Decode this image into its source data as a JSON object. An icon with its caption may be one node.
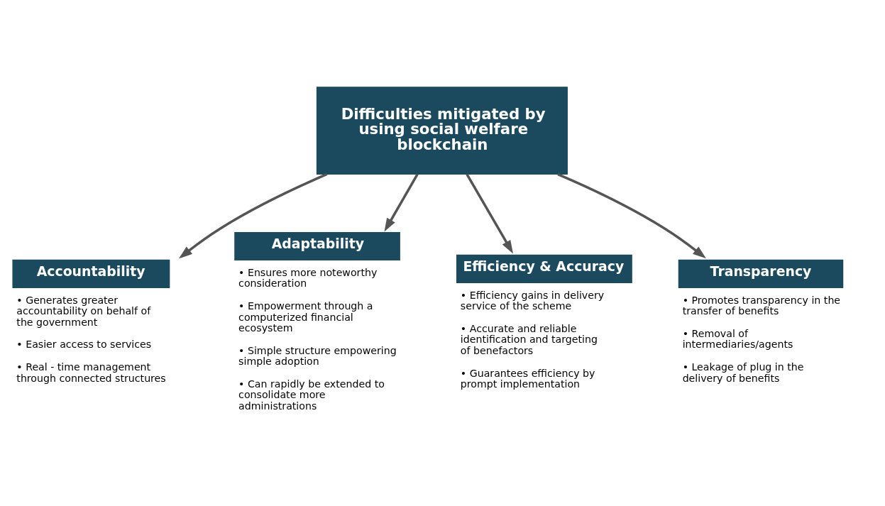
{
  "diagram": {
    "nodes": [
      {
        "text": [
          "Difficulties mitigated by using social welfare blockchain"
        ]
      },
      {
        "text": [
          "Accountability"
        ],
        "beside": [
          "• Generates greater accountability on behalf of the government",
          "• Easier access to services",
          "• Real - time management through connected structures"
        ]
      },
      {
        "text": [
          "Adaptability"
        ],
        "beside": [
          "• Ensures more noteworthy consideration",
          "• Empowerment through a computerized financial ecosystem",
          "• Simple structure empowering simple adoption",
          "• Can rapidly be extended to consolidate more administrations"
        ]
      },
      {
        "text": [
          "Efficiency & Accuracy"
        ],
        "beside": [
          "• Efficiency gains in delivery service of the scheme",
          "• Accurate and reliable identification and targeting of benefactors",
          "• Guarantees efficiency by prompt implementation"
        ]
      },
      {
        "text": [
          "Transparency"
        ],
        "beside": [
          "• Promotes transparency in the transfer of benefits",
          "• Removal of intermediaries/agents",
          "• Leakage of plug in the delivery of benefits"
        ]
      }
    ],
    "edges": [
      {
        "from": 0,
        "to": 1,
        "arrow": "to"
      },
      {
        "from": 0,
        "to": 2,
        "arrow": "to"
      },
      {
        "from": 0,
        "to": 3,
        "arrow": "to"
      },
      {
        "from": 0,
        "to": 4,
        "arrow": "to"
      }
    ]
  }
}
